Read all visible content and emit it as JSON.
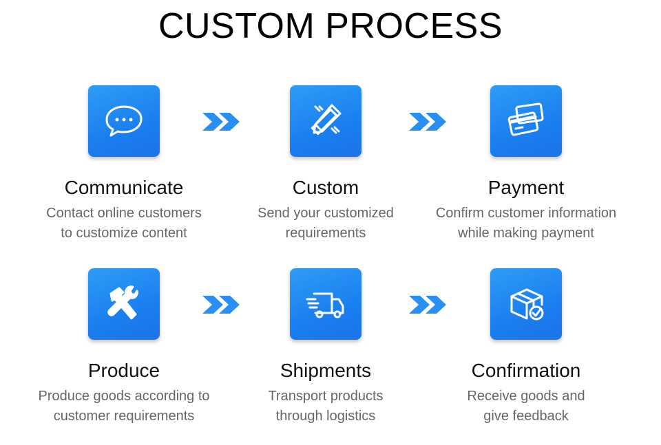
{
  "title": "CUSTOM PROCESS",
  "accent_color": "#1a7ff0",
  "steps": [
    {
      "icon": "chat-bubble-icon",
      "title": "Communicate",
      "desc1": "Contact online customers",
      "desc2": "to customize content"
    },
    {
      "icon": "pencil-ruler-icon",
      "title": "Custom",
      "desc1": "Send your customized",
      "desc2": "requirements"
    },
    {
      "icon": "credit-cards-icon",
      "title": "Payment",
      "desc1": "Confirm customer information",
      "desc2": "while making payment"
    },
    {
      "icon": "hammer-wrench-icon",
      "title": "Produce",
      "desc1": "Produce goods according to",
      "desc2": "customer requirements"
    },
    {
      "icon": "delivery-truck-icon",
      "title": "Shipments",
      "desc1": "Transport products",
      "desc2": "through logistics"
    },
    {
      "icon": "package-check-icon",
      "title": "Confirmation",
      "desc1": "Receive goods and",
      "desc2": "give feedback"
    }
  ],
  "connector_icon": "chevron-double-right-icon"
}
